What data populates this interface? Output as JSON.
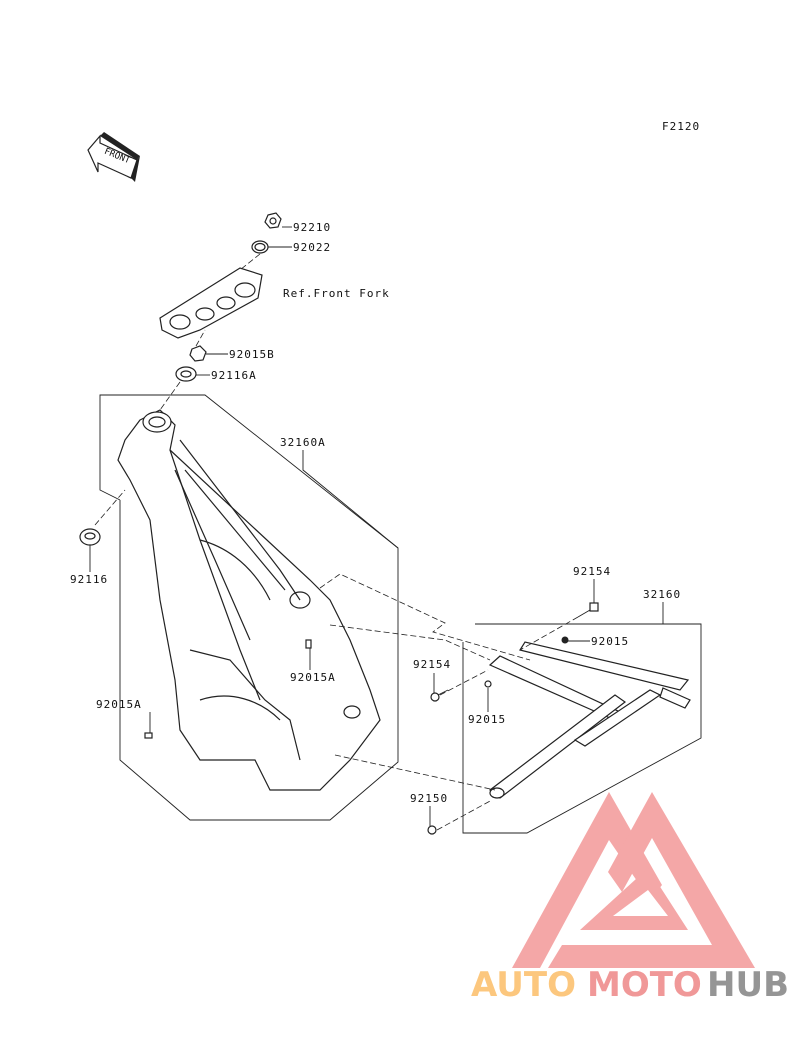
{
  "diagram": {
    "figure_code": "F2120",
    "front_arrow_label": "FRONT",
    "reference_note": "Ref.Front Fork",
    "parts": {
      "p92210": "92210",
      "p92022": "92022",
      "p92015B": "92015B",
      "p92116A": "92116A",
      "p32160A": "32160A",
      "p92116": "92116",
      "p92154_top": "92154",
      "p32160": "32160",
      "p92015_right": "92015",
      "p92154_left": "92154",
      "p92015A_center": "92015A",
      "p92015A_left": "92015A",
      "p92015_lower": "92015",
      "p92150": "92150"
    }
  },
  "watermark": {
    "text_part1": "AUTO",
    "text_part2": "MOTO",
    "text_part3": "HUB",
    "colors": {
      "auto": "#fcc77e",
      "moto": "#f09898",
      "hub": "#959595",
      "triangle": "#f4a3a3"
    }
  }
}
